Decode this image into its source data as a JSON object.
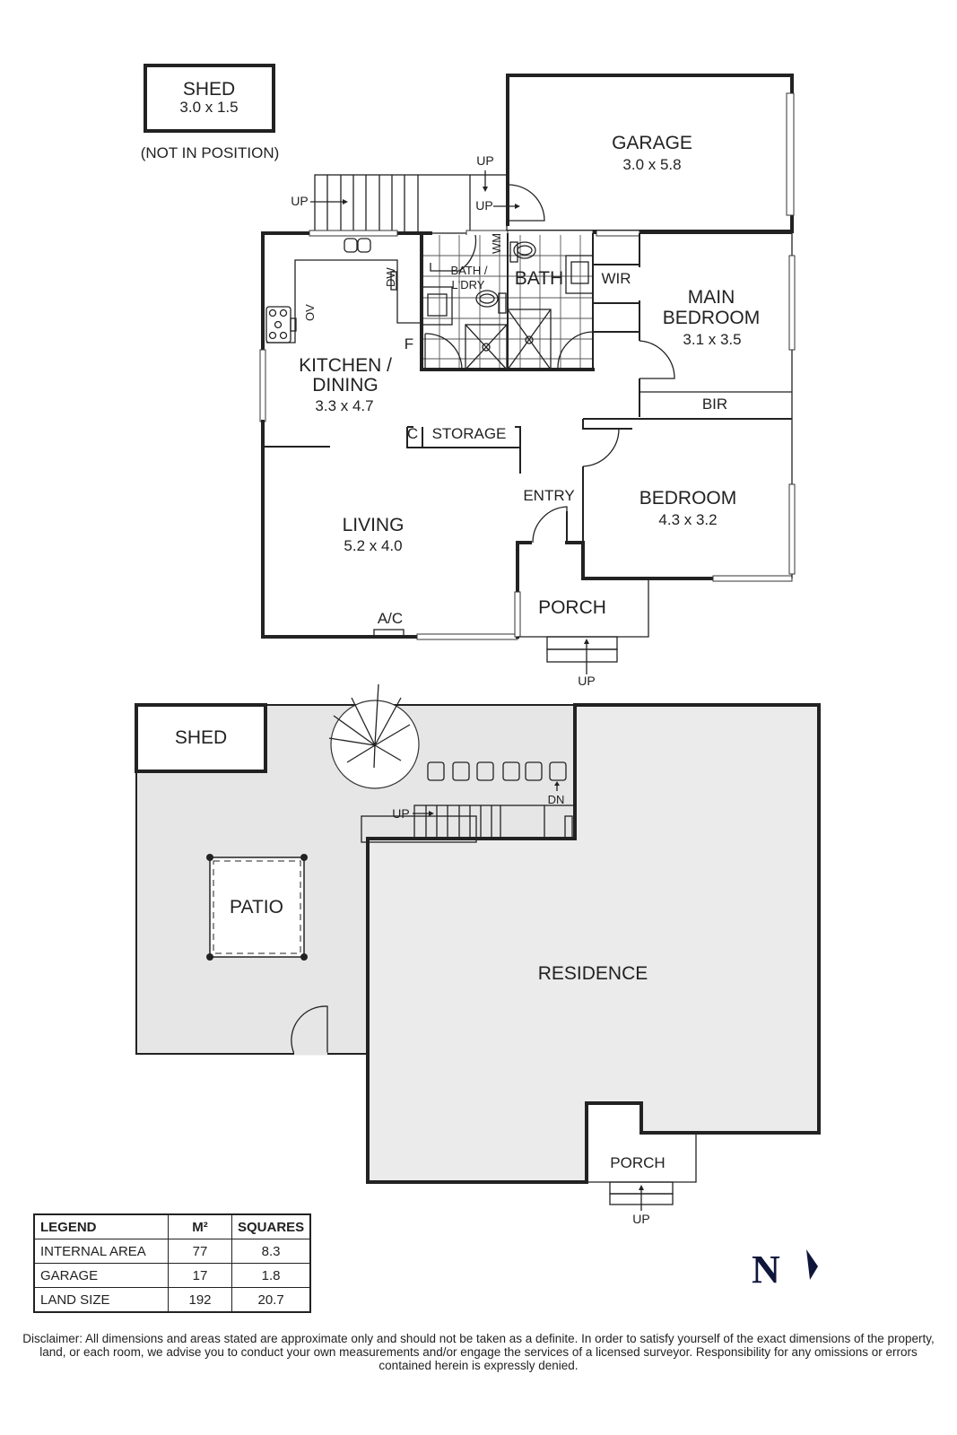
{
  "floor_plan": {
    "upper": {
      "shed_detached": {
        "name": "SHED",
        "size": "3.0 x 1.5",
        "note": "(NOT IN POSITION)"
      },
      "rooms": [
        {
          "name": "GARAGE",
          "size": "3.0 x 5.8"
        },
        {
          "name": "KITCHEN /",
          "name2": "DINING",
          "size": "3.3 x 4.7"
        },
        {
          "name": "MAIN",
          "name2": "BEDROOM",
          "size": "3.1 x 3.5"
        },
        {
          "name": "BEDROOM",
          "size": "4.3 x 3.2"
        },
        {
          "name": "LIVING",
          "size": "5.2 x 4.0"
        },
        {
          "name": "BATH"
        },
        {
          "name": "BATH /",
          "name2": "L'DRY"
        },
        {
          "name": "WIR"
        },
        {
          "name": "BIR"
        },
        {
          "name": "STORAGE"
        },
        {
          "name": "C"
        },
        {
          "name": "ENTRY"
        },
        {
          "name": "PORCH"
        }
      ],
      "fixtures": {
        "dishwasher": "DW",
        "oven": "OV",
        "fridge": "F",
        "washing_machine": "WM",
        "air_conditioner": "A/C"
      },
      "stair_labels": {
        "up": "UP"
      }
    },
    "site": {
      "labels": {
        "shed": "SHED",
        "patio": "PATIO",
        "residence": "RESIDENCE",
        "porch": "PORCH",
        "up": "UP",
        "down": "DN"
      }
    },
    "north_label": "N"
  },
  "legend": {
    "headers": [
      "LEGEND",
      "M²",
      "SQUARES"
    ],
    "rows": [
      {
        "label": "INTERNAL AREA",
        "m2": "77",
        "squares": "8.3"
      },
      {
        "label": "GARAGE",
        "m2": "17",
        "squares": "1.8"
      },
      {
        "label": "LAND SIZE",
        "m2": "192",
        "squares": "20.7"
      }
    ]
  },
  "disclaimer": "Disclaimer: All dimensions and areas stated are approximate only and should not be taken as a definite. In order to satisfy yourself of the exact dimensions of the property, land, or each room, we advise you to conduct your own measurements and/or engage the services of a licensed surveyor. Responsibility for any omissions or errors contained herein is expressly denied."
}
